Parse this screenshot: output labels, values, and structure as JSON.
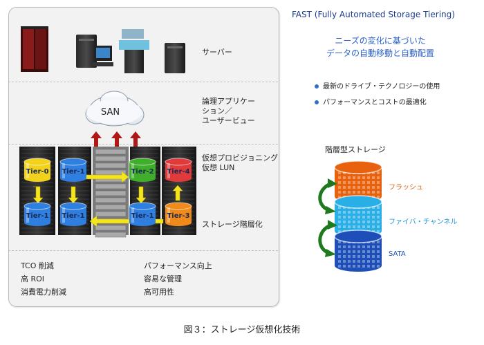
{
  "left_panel": {
    "servers_label": "サーバー",
    "san_label": "SAN",
    "logical_label_lines": [
      "論理アプリケー",
      "ション／",
      "ユーザービュー"
    ],
    "virtual_provisioning_lines": [
      "仮想プロビジョニング",
      "仮想 LUN"
    ],
    "storage_tiering_label": "ストレージ階層化",
    "top_cylinders": [
      {
        "label": "Tier-0",
        "color": "#f2d21a"
      },
      {
        "label": "Tier-1",
        "color": "#2f7fe0"
      },
      {
        "label": "Tier-2",
        "color": "#3fae2a"
      },
      {
        "label": "Tier-4",
        "color": "#e03a3a"
      }
    ],
    "bottom_cylinders": [
      {
        "label": "Tier-1",
        "color": "#2f7fe0"
      },
      {
        "label": "Tier-1",
        "color": "#2f7fe0"
      },
      {
        "label": "Tier-1",
        "color": "#2f7fe0"
      },
      {
        "label": "Tier-3",
        "color": "#f08a1a"
      }
    ],
    "benefits_left": [
      "TCO 削減",
      "高 ROI",
      "消費電力削減"
    ],
    "benefits_right": [
      "パフォーマンス向上",
      "容易な管理",
      "高可用性"
    ]
  },
  "right_panel": {
    "title": "FAST (Fully Automated Storage Tiering)",
    "subtitle_lines": [
      "ニーズの変化に基づいた",
      "データの自動移動と自動配置"
    ],
    "bullets": [
      "最新のドライブ・テクノロジーの使用",
      "パフォーマンスとコストの最適化"
    ],
    "stack_title": "階層型ストレージ",
    "stack_tiers": [
      {
        "label": "フラッシュ",
        "color": "#e8620e",
        "label_color": "#e0641b"
      },
      {
        "label": "ファイバ・チャンネル",
        "color": "#2aaee6",
        "label_color": "#1f9ad6"
      },
      {
        "label": "SATA",
        "color": "#1e4fb8",
        "label_color": "#1e4fb8"
      }
    ]
  },
  "caption": "図３：ストレージ仮想化技術"
}
